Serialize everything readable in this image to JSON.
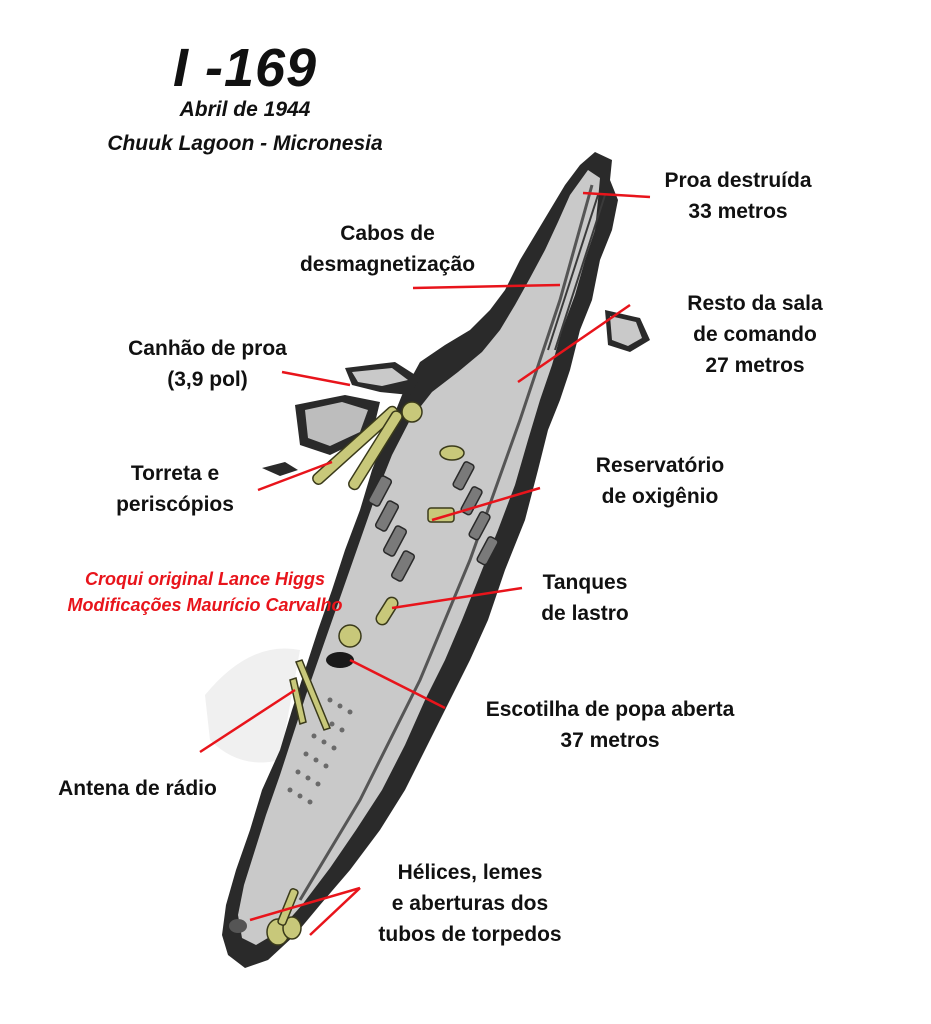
{
  "header": {
    "title": "I -169",
    "subtitle_date": "Abril de 1944",
    "subtitle_location": "Chuuk Lagoon - Micronesia"
  },
  "labels": {
    "proa": {
      "line1": "Proa destruída",
      "line2": "33 metros"
    },
    "cabos": {
      "line1": "Cabos de",
      "line2": "desmagnetização"
    },
    "sala": {
      "line1": "Resto da sala",
      "line2": "de comando",
      "line3": "27 metros"
    },
    "canhao": {
      "line1": "Canhão de proa",
      "line2": "(3,9 pol)"
    },
    "torreta": {
      "line1": "Torreta e",
      "line2": "periscópios"
    },
    "oxigenio": {
      "line1": "Reservatório",
      "line2": "de oxigênio"
    },
    "tanques": {
      "line1": "Tanques",
      "line2": "de lastro"
    },
    "escotilha": {
      "line1": "Escotilha de popa aberta",
      "line2": "37 metros"
    },
    "antena": {
      "line1": "Antena  de rádio"
    },
    "helices": {
      "line1": "Hélices, lemes",
      "line2": "e aberturas dos",
      "line3": "tubos de torpedos"
    }
  },
  "credits": {
    "line1": "Croqui original Lance Higgs",
    "line2": "Modificações Maurício Carvalho"
  },
  "colors": {
    "hull_dark": "#2a2a2a",
    "hull_light": "#c9c9c9",
    "equipment": "#c8c87a",
    "pointer": "#e8141b",
    "text": "#111111",
    "credit": "#e8141b"
  }
}
